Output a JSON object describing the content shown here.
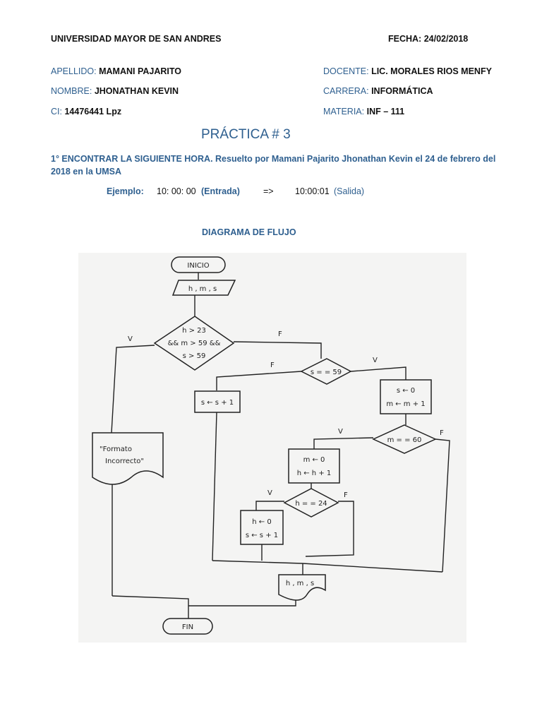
{
  "header": {
    "university": "UNIVERSIDAD MAYOR DE SAN ANDRES",
    "date_label": "FECHA: 24/02/2018"
  },
  "info": {
    "apellido_label": "APELLIDO:",
    "apellido_value": "MAMANI PAJARITO",
    "nombre_label": "NOMBRE:",
    "nombre_value": "JHONATHAN KEVIN",
    "ci_label": "CI:",
    "ci_value": "14476441 Lpz",
    "docente_label": "DOCENTE:",
    "docente_value": "LIC. MORALES RIOS MENFY",
    "carrera_label": "CARRERA:",
    "carrera_value": "INFORMÁTICA",
    "materia_label": "MATERIA:",
    "materia_value": "INF – 111"
  },
  "practice_title": "PRÁCTICA # 3",
  "statement_line1": "1° ENCONTRAR LA SIGUIENTE HORA. Resuelto por Mamani Pajarito Jhonathan Kevin el 24 de febrero del",
  "statement_line2": "2018 en la UMSA",
  "example": {
    "label": "Ejemplo:",
    "input_value": "10: 00: 00",
    "input_tag": "(Entrada)",
    "arrow": "=>",
    "output_value": "10:00:01",
    "output_tag": "(Salida)"
  },
  "diagram_title": "DIAGRAMA DE FLUJO",
  "flowchart": {
    "start": "INICIO",
    "input": "h , m , s",
    "cond1_l1": "h > 23",
    "cond1_l2": "&& m > 59 &&",
    "cond1_l3": "s > 59",
    "v1": "V",
    "f1": "F",
    "cond2": "s = = 59",
    "f2": "F",
    "v2": "V",
    "inc_s": "s ← s + 1",
    "reset_s1": "s ← 0",
    "reset_s2": "m ← m + 1",
    "error_l1": "\"Formato",
    "error_l2": "Incorrecto\"",
    "cond3": "m = = 60",
    "v3": "V",
    "f3": "F",
    "reset_m1": "m ← 0",
    "reset_m2": "h ← h + 1",
    "cond4": "h = = 24",
    "v4": "V",
    "f4": "F",
    "reset_h1": "h ← 0",
    "reset_h2": "s ← s + 1",
    "output": "h , m , s",
    "end": "FIN"
  }
}
